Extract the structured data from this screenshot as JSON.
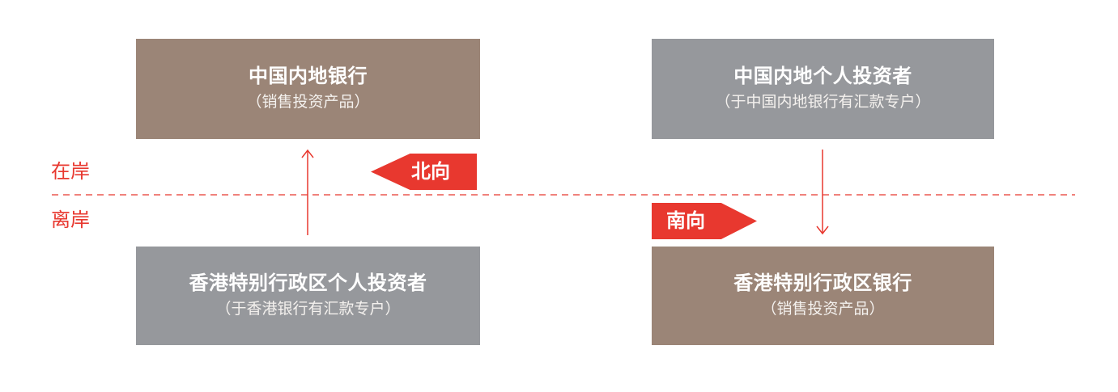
{
  "zones": {
    "onshore_label": "在岸",
    "offshore_label": "离岸"
  },
  "boxes": {
    "mainland_bank": {
      "title": "中国内地银行",
      "subtitle": "（销售投资产品）"
    },
    "mainland_investor": {
      "title": "中国内地个人投资者",
      "subtitle": "（于中国内地银行有汇款专户）"
    },
    "hk_investor": {
      "title": "香港特别行政区个人投资者",
      "subtitle": "（于香港银行有汇款专户）"
    },
    "hk_bank": {
      "title": "香港特别行政区银行",
      "subtitle": "（销售投资产品）"
    }
  },
  "directions": {
    "northbound": "北向",
    "southbound": "南向"
  },
  "colors": {
    "bank_box": "#9b8577",
    "investor_box": "#96989c",
    "accent_red": "#e8382f"
  }
}
